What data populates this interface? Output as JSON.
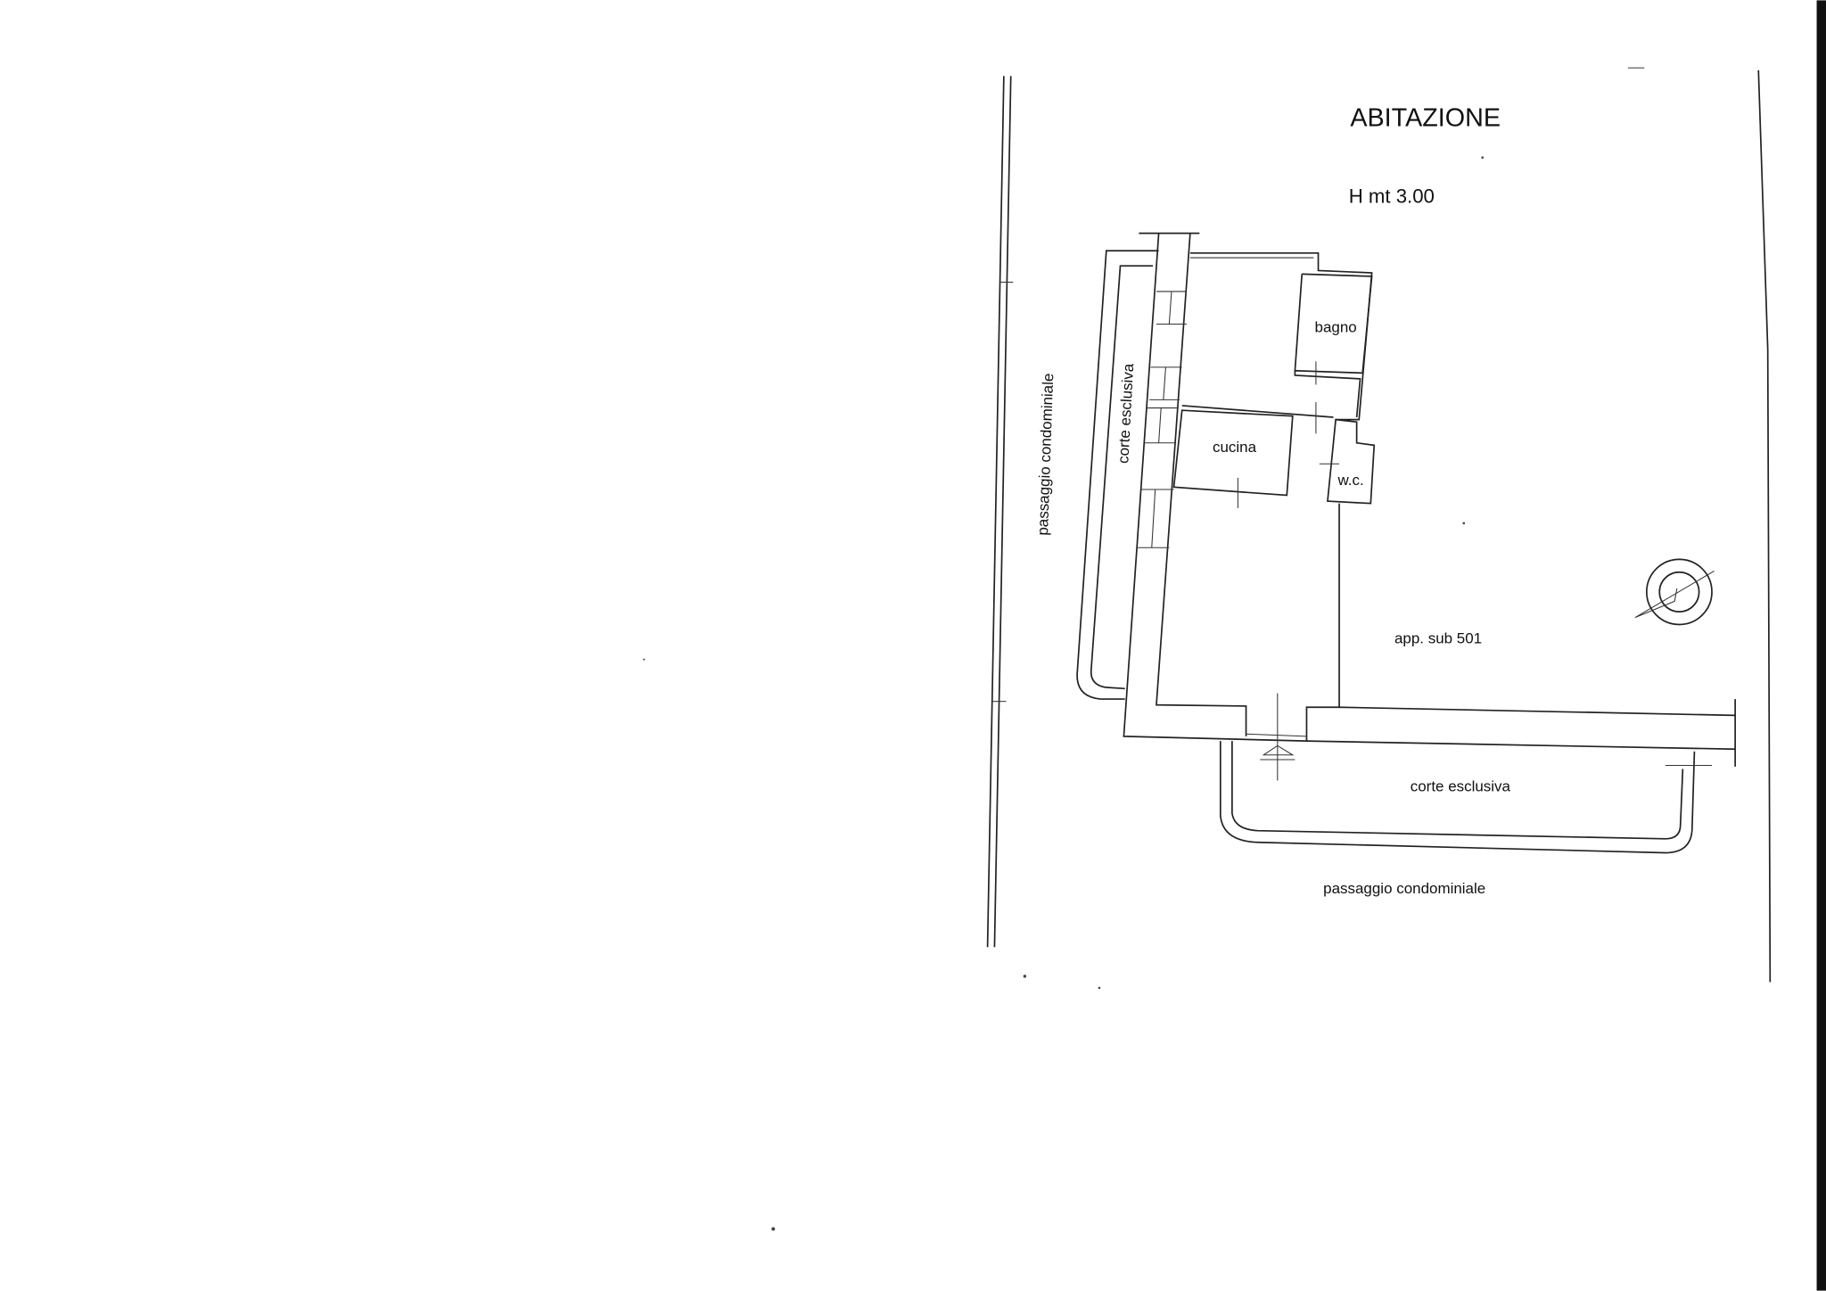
{
  "title": "ABITAZIONE",
  "height_label": "H mt 3.00",
  "rooms": {
    "bathroom": "bagno",
    "kitchen": "cucina",
    "wc": "w.c."
  },
  "labels": {
    "adjacent_unit": "app. sub 501",
    "courtyard_left": "corte esclusiva",
    "courtyard_bottom": "corte esclusiva",
    "passage_left": "passaggio condominiale",
    "passage_bottom": "passaggio condominiale"
  }
}
